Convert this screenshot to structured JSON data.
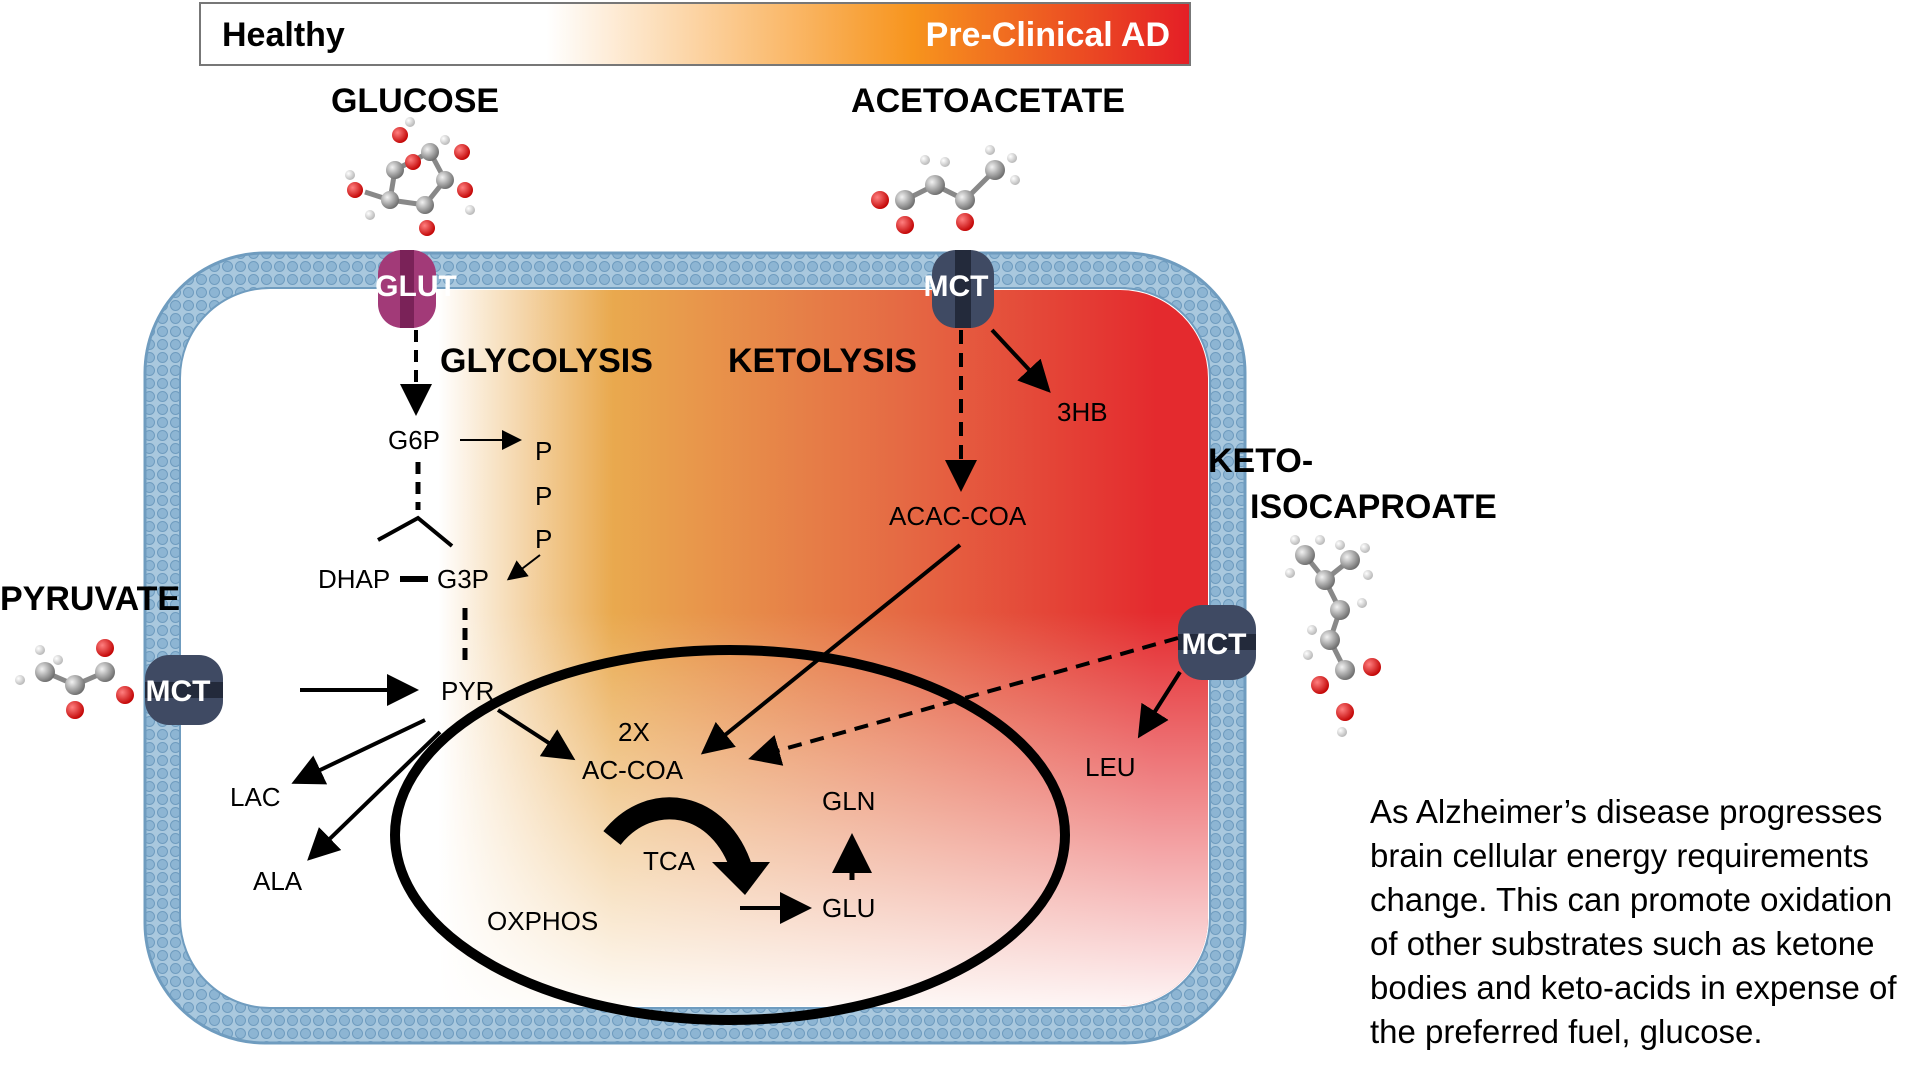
{
  "scale": {
    "left_label": "Healthy",
    "right_label": "Pre-Clinical AD",
    "colors": [
      "#ffffff",
      "#f7941d",
      "#e41e26"
    ]
  },
  "substrates": {
    "glucose": "GLUCOSE",
    "acetoacetate": "ACETOACETATE",
    "pyruvate": "PYRUVATE",
    "keto_line1": "KETO-",
    "keto_line2": "ISOCAPROATE"
  },
  "transporters": {
    "glut": "GLUT",
    "mct_top": "MCT",
    "mct_left": "MCT",
    "mct_right": "MCT"
  },
  "pathways": {
    "glycolysis": "GLYCOLYSIS",
    "ketolysis": "KETOLYSIS"
  },
  "metabolites": {
    "g6p": "G6P",
    "ppp": [
      "P",
      "P",
      "P"
    ],
    "dhap": "DHAP",
    "g3p": "G3P",
    "pyr": "PYR",
    "lac": "LAC",
    "ala": "ALA",
    "three_hb": "3HB",
    "acac_coa": "ACAC-COA",
    "two_x": "2X",
    "ac_coa": "AC-COA",
    "tca": "TCA",
    "oxphos": "OXPHOS",
    "gln": "GLN",
    "glu": "GLU",
    "leu": "LEU"
  },
  "colors": {
    "membrane": "#8fb7d4",
    "membrane_edge": "#6f9cbf",
    "glut": "#a23a78",
    "mct": "#3f4a63",
    "gradient_orange": "#e8a040",
    "gradient_red": "#e42a2e"
  },
  "caption": "As Alzheimer’s disease progresses brain cellular energy requirements change. This can promote oxidation of other substrates such as ketone bodies and keto-acids in expense of the preferred fuel, glucose."
}
